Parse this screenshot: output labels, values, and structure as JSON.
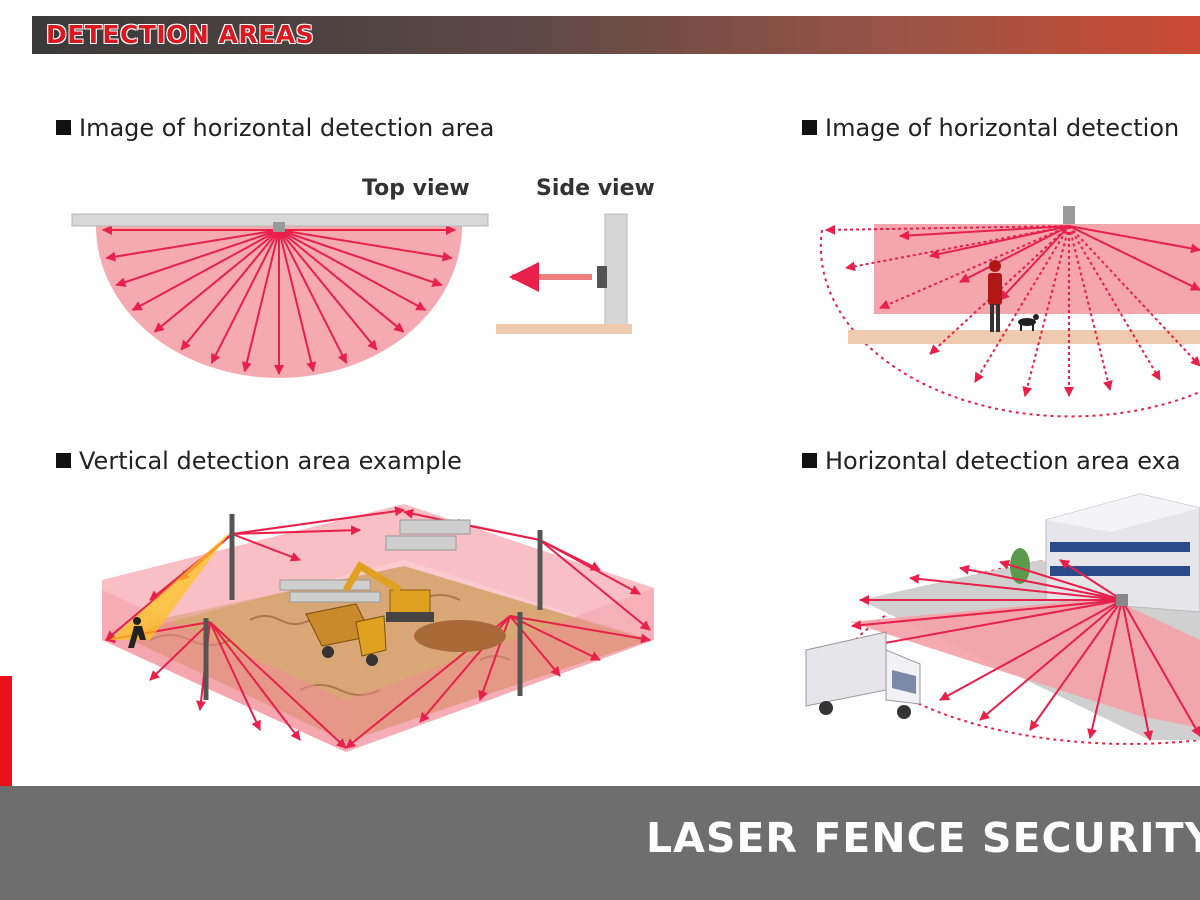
{
  "header": {
    "title": "DETECTION AREAS"
  },
  "panels": {
    "top_left": {
      "caption": "Image of horizontal detection area",
      "top_view_label": "Top view",
      "side_view_label": "Side view"
    },
    "top_right": {
      "caption": "Image of horizontal detection"
    },
    "bottom_left": {
      "caption": "Vertical detection area example"
    },
    "bottom_right": {
      "caption": "Horizontal detection area exa"
    }
  },
  "footer": {
    "title": "LASER FENCE SECURITY"
  },
  "colors": {
    "laser_red": "#e8204a",
    "area_pink": "#f4a0a8",
    "footer_gray": "#6e6e6e",
    "accent_red": "#e8101a",
    "header_title": "#d9191f"
  },
  "icons": {
    "sensor": "sensor-icon",
    "person": "person-icon",
    "dog": "dog-icon",
    "truck": "truck-icon",
    "excavator": "excavator-icon",
    "building": "building-icon"
  }
}
